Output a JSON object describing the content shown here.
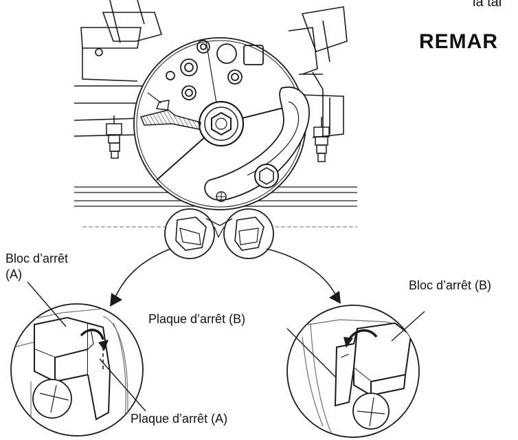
{
  "top_text_fragment": "la tal",
  "heading_fragment": "REMAR",
  "labels": {
    "stop_block_a_line1": "Bloc d’arrêt",
    "stop_block_a_line2": "(A)",
    "stop_block_b": "Bloc d’arrêt (B)",
    "stop_plate_b": "Plaque d’arrêt (B)",
    "stop_plate_a": "Plaque d’arrêt (A)"
  },
  "colors": {
    "line": "#1a1a1a",
    "light_line": "#6e6e6e",
    "hatch": "#333333"
  }
}
